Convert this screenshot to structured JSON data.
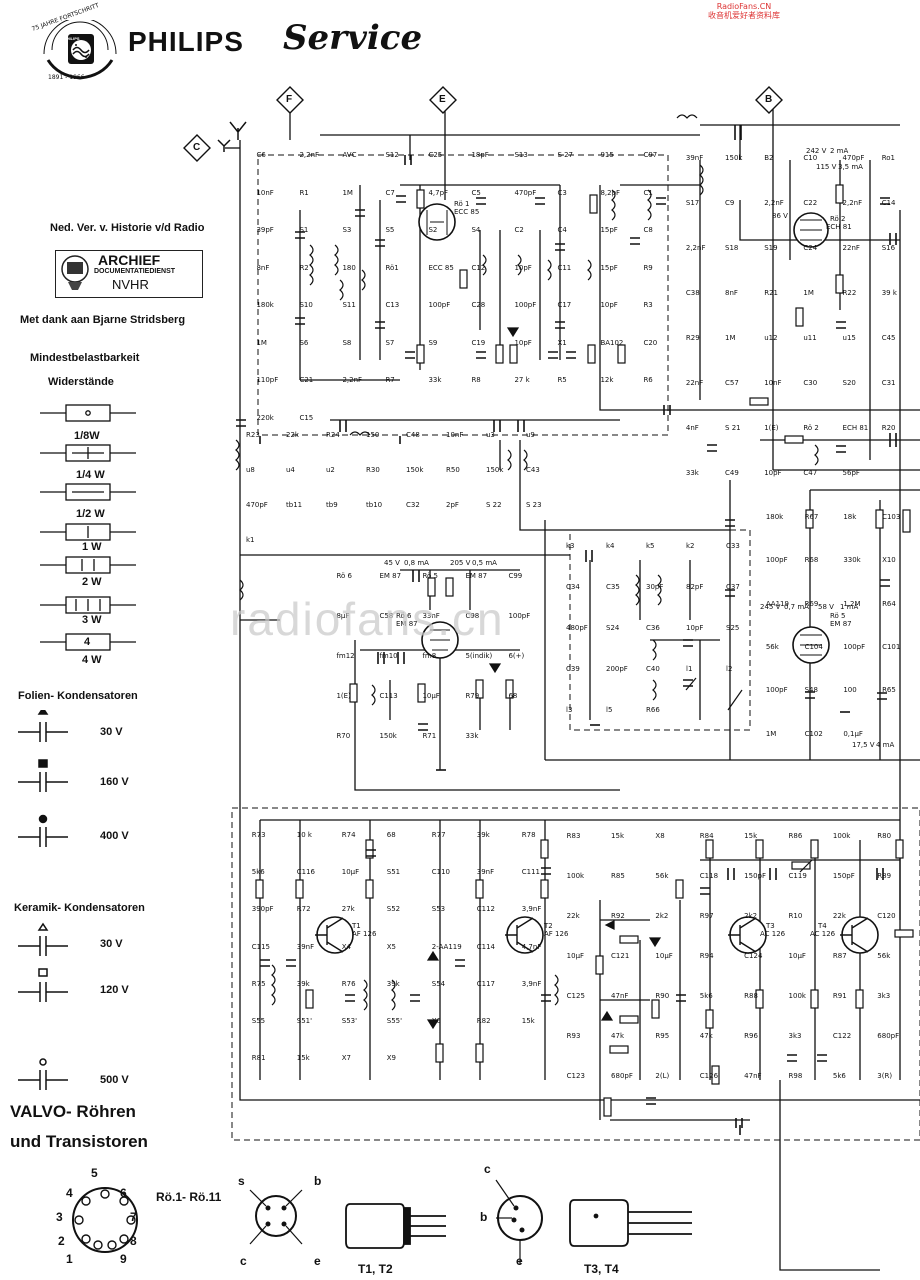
{
  "header": {
    "brand": "PHILIPS",
    "service": "Service",
    "jubilee_text": "75 JAHRE FORTSCHRITT",
    "jubilee_years": "1891 - 1966",
    "logo_text": "PHILIPS",
    "site_watermark": "RadioFans.CN",
    "site_watermark_sub": "收音机爱好者资料库",
    "center_watermark": "radiofans.cn"
  },
  "credits": {
    "line1": "Ned. Ver. v. Historie v/d Radio",
    "stamp_title": "ARCHIEF",
    "stamp_sub": "DOCUMENTATIEDIENST",
    "stamp_org": "NVHR",
    "thanks": "Met dank aan Bjarne Stridsberg"
  },
  "legend": {
    "title": "Mindestbelastbarkeit",
    "resistors_title": "Widerstände",
    "resistors": [
      "1/8W",
      "1/4 W",
      "1/2 W",
      "1 W",
      "2 W",
      "3 W",
      "4 W"
    ],
    "resistor_inner": "4",
    "foil_title": "Folien- Kondensatoren",
    "foil": [
      "30 V",
      "160 V",
      "400 V"
    ],
    "ceramic_title": "Keramik- Kondensatoren",
    "ceramic": [
      "30 V",
      "120 V",
      "500 V"
    ],
    "tubes_title_1": "VALVO- Röhren",
    "tubes_title_2": "und Transistoren",
    "tube_socket_label": "Rö.1- Rö.11",
    "socket_pins": [
      "1",
      "2",
      "3",
      "4",
      "5",
      "6",
      "7",
      "8",
      "9"
    ],
    "pin_labels_small": [
      "s",
      "b",
      "c",
      "e"
    ],
    "pin_labels_pnp": [
      "c",
      "b",
      "e"
    ],
    "t12": "T1, T2",
    "t34": "T3, T4"
  },
  "connectors": [
    "C",
    "F",
    "E",
    "B"
  ],
  "schematic": {
    "tubes": [
      {
        "ref": "Rö 1",
        "type": "ECC 85"
      },
      {
        "ref": "Rö 2",
        "type": "ECH 81"
      },
      {
        "ref": "Rö 5",
        "type": "EM 87"
      },
      {
        "ref": "Rö 6",
        "type": "EM 87"
      }
    ],
    "transistors": [
      {
        "ref": "T1",
        "type": "AF 126"
      },
      {
        "ref": "T2",
        "type": "AF 126"
      },
      {
        "ref": "T3",
        "type": "AC 126"
      },
      {
        "ref": "T4",
        "type": "AC 126"
      }
    ],
    "voltages": [
      "242 V",
      "2 mA",
      "115 V",
      "3,5 mA",
      "86 V",
      "45 V",
      "0,8 mA",
      "205 V",
      "0,5 mA",
      "245 V",
      "0,7 mA",
      "58 V",
      "1 mA",
      "17,5 V",
      "4 mA"
    ],
    "labels": [
      "C6",
      "2,2nF",
      "AVC",
      "S12",
      "C25",
      "18pF",
      "S13",
      "S 27",
      "915",
      "C97",
      "10nF",
      "R1",
      "1M",
      "C7",
      "4,7pF",
      "C5",
      "470pF",
      "C3",
      "8,2pF",
      "C1",
      "39pF",
      "S1",
      "S3",
      "S5",
      "S2",
      "S4",
      "C2",
      "C4",
      "15pF",
      "C8",
      "8nF",
      "R2",
      "180",
      "Rö1",
      "ECC 85",
      "C12",
      "10pF",
      "C11",
      "15pF",
      "R9",
      "180k",
      "S10",
      "S11",
      "C13",
      "100pF",
      "C28",
      "100pF",
      "C17",
      "10pF",
      "R3",
      "1M",
      "S6",
      "S8",
      "S7",
      "S9",
      "C19",
      "10pF",
      "X1",
      "BA102",
      "C20",
      "110pF",
      "C21",
      "2,2nF",
      "R7",
      "33k",
      "R8",
      "27 k",
      "R5",
      "12k",
      "R6",
      "220k",
      "C15",
      "39nF",
      "150k",
      "B2",
      "C10",
      "470pF",
      "Ro1",
      "S17",
      "C9",
      "2,2nF",
      "C22",
      "2,2nF",
      "C14",
      "2,2nF",
      "S18",
      "S19",
      "C24",
      "22nF",
      "S16",
      "C38",
      "8nF",
      "R21",
      "1M",
      "R22",
      "39 k",
      "R29",
      "1M",
      "u12",
      "u11",
      "u15",
      "C45",
      "22nF",
      "C57",
      "10nF",
      "C30",
      "S20",
      "C31",
      "4nF",
      "S 21",
      "1(E)",
      "Rö 2",
      "ECH 81",
      "R20",
      "33k",
      "C49",
      "10pF",
      "C47",
      "56pF",
      "R23",
      "22k",
      "R24",
      "150",
      "C48",
      "10nF",
      "u3",
      "u9",
      "u8",
      "u4",
      "u2",
      "R30",
      "150k",
      "R50",
      "150k",
      "C43",
      "470pF",
      "tb11",
      "tb9",
      "tb10",
      "C32",
      "2pF",
      "S 22",
      "S 23",
      "k1",
      "k3",
      "k4",
      "k5",
      "k2",
      "C33",
      "C34",
      "C35",
      "30pF",
      "82pF",
      "C37",
      "480pF",
      "S24",
      "C36",
      "10pF",
      "S25",
      "C39",
      "200pF",
      "C40",
      "l1",
      "l2",
      "l3",
      "l5",
      "R66",
      "180k",
      "R67",
      "18k",
      "C103",
      "100pF",
      "R68",
      "330k",
      "X10",
      "AA119",
      "R69",
      "1,2M",
      "R64",
      "56k",
      "C104",
      "100pF",
      "C101",
      "100pF",
      "S48",
      "100",
      "R65",
      "1M",
      "C102",
      "0,1µF",
      "Rö 6",
      "EM 87",
      "Rö 5",
      "EM 87",
      "C99",
      "8µF",
      "C58",
      "33nF",
      "C98",
      "100pF",
      "fm12",
      "fm10",
      "fm8",
      "5(indik)",
      "6(+)",
      "1(E)",
      "C113",
      "10µF",
      "R79",
      "68",
      "R70",
      "150k",
      "R71",
      "33k",
      "R73",
      "10 k",
      "R74",
      "68",
      "R77",
      "39k",
      "R78",
      "5k6",
      "C116",
      "10µF",
      "S51",
      "C110",
      "39nF",
      "C111",
      "390pF",
      "R72",
      "27k",
      "S52",
      "S53",
      "C112",
      "3,9nF",
      "C115",
      "39nF",
      "X4",
      "X5",
      "2-AA119",
      "C114",
      "4,7nF",
      "R75",
      "39k",
      "R76",
      "39k",
      "S54",
      "C117",
      "3,9nF",
      "S55",
      "S51'",
      "S53'",
      "S55'",
      "X6",
      "R82",
      "15k",
      "R81",
      "15k",
      "X7",
      "X9",
      "R83",
      "15k",
      "X8",
      "R84",
      "15k",
      "R86",
      "100k",
      "R80",
      "100k",
      "R85",
      "56k",
      "C118",
      "150pF",
      "C119",
      "150pF",
      "R89",
      "22k",
      "R92",
      "2k2",
      "R97",
      "2k2",
      "R10",
      "22k",
      "C120",
      "10µF",
      "C121",
      "10µF",
      "R94",
      "C124",
      "10µF",
      "R87",
      "56k",
      "C125",
      "47nF",
      "R90",
      "5k6",
      "R88",
      "100k",
      "R91",
      "3k3",
      "R93",
      "47k",
      "R95",
      "47k",
      "R96",
      "3k3",
      "C122",
      "680pF",
      "C123",
      "680pF",
      "2(L)",
      "C126",
      "47nF",
      "R98",
      "5k6",
      "3(R)"
    ]
  }
}
